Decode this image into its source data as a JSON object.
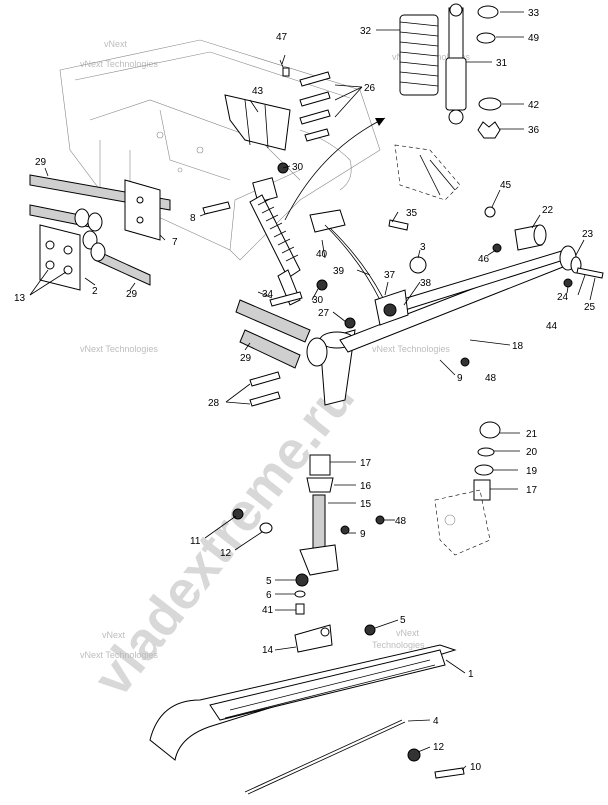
{
  "watermark": {
    "site": "vladextreme.ru",
    "tag_line1": "vNext",
    "tag_line2": "Technologies",
    "tag_full": "vNext Technologies"
  },
  "callouts": {
    "c1": "1",
    "c2": "2",
    "c3": "3",
    "c4": "4",
    "c5a": "5",
    "c5b": "5",
    "c6": "6",
    "c7": "7",
    "c8": "8",
    "c9a": "9",
    "c9b": "9",
    "c10": "10",
    "c11": "11",
    "c12a": "12",
    "c12b": "12",
    "c13": "13",
    "c14": "14",
    "c15": "15",
    "c16": "16",
    "c17a": "17",
    "c17b": "17",
    "c18": "18",
    "c19": "19",
    "c20": "20",
    "c21": "21",
    "c22": "22",
    "c23": "23",
    "c24": "24",
    "c25": "25",
    "c26": "26",
    "c27": "27",
    "c28": "28",
    "c29a": "29",
    "c29b": "29",
    "c29c": "29",
    "c30a": "30",
    "c30b": "30",
    "c31": "31",
    "c32": "32",
    "c33": "33",
    "c34": "34",
    "c35": "35",
    "c36": "36",
    "c37": "37",
    "c38": "38",
    "c39": "39",
    "c40": "40",
    "c41": "41",
    "c42": "42",
    "c43": "43",
    "c44": "44",
    "c45": "45",
    "c46": "46",
    "c47": "47",
    "c48a": "48",
    "c48b": "48",
    "c49": "49"
  }
}
